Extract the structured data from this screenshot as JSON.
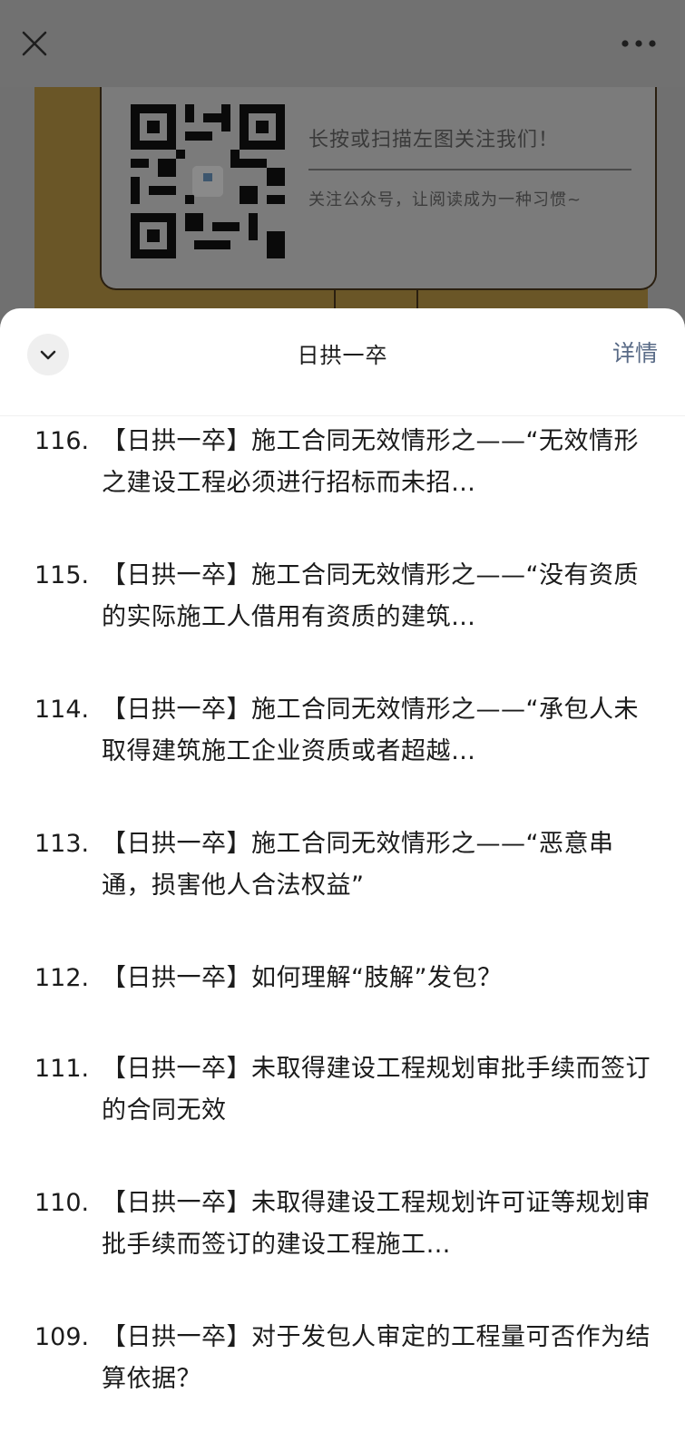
{
  "topbar": {
    "close_icon": "close-icon",
    "more_icon": "more-dots-icon"
  },
  "background_card": {
    "title": "长按或扫描左图关注我们！",
    "subtitle": "关注公众号，让阅读成为一种习惯~",
    "qr_icon": "qr-code",
    "colors": {
      "border": "#6a5627",
      "card": "#7b7b7b",
      "overlay": "#6f6f6f"
    }
  },
  "sheet": {
    "title": "日拱一卒",
    "details_label": "详情",
    "collapse_icon": "chevron-down-icon",
    "accent_color": "#586a86"
  },
  "articles": [
    {
      "num": "116.",
      "text": "【日拱一卒】施工合同无效情形之——“无效情形之建设工程必须进行招标而未招…"
    },
    {
      "num": "115.",
      "text": "【日拱一卒】施工合同无效情形之——“没有资质的实际施工人借用有资质的建筑…"
    },
    {
      "num": "114.",
      "text": "【日拱一卒】施工合同无效情形之——“承包人未取得建筑施工企业资质或者超越…"
    },
    {
      "num": "113.",
      "text": "【日拱一卒】施工合同无效情形之——“恶意串通，损害他人合法权益”"
    },
    {
      "num": "112.",
      "text": "【日拱一卒】如何理解“肢解”发包？"
    },
    {
      "num": "111.",
      "text": "【日拱一卒】未取得建设工程规划审批手续而签订的合同无效"
    },
    {
      "num": "110.",
      "text": "【日拱一卒】未取得建设工程规划许可证等规划审批手续而签订的建设工程施工…"
    },
    {
      "num": "109.",
      "text": "【日拱一卒】对于发包人审定的工程量可否作为结算依据？"
    }
  ]
}
